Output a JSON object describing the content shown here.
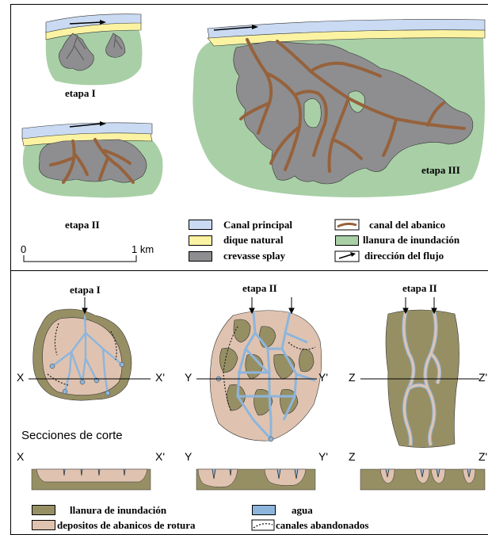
{
  "colors": {
    "canal_principal": "#c9daf2",
    "dique_natural": "#fbf3a2",
    "crevasse_splay": "#8e8e90",
    "canal_abanico": "#96623c",
    "llanura": "#a9cfa7",
    "llanura_b": "#978f64",
    "depositos": "#dfc3b0",
    "agua": "#8db5dc"
  },
  "top": {
    "stage1": "etapa I",
    "stage2": "etapa II",
    "stage3": "etapa III",
    "scale_start": "0",
    "scale_end": "1 km",
    "legend": {
      "canal_principal": "Canal principal",
      "dique_natural": "dique natural",
      "crevasse_splay": "crevasse splay",
      "canal_abanico": "canal del abanico",
      "llanura": "llanura de inundación",
      "flujo": "dirección del flujo"
    }
  },
  "bottom": {
    "stage1": "etapa I",
    "stage2a": "etapa II",
    "stage2b": "etapa II",
    "x": "X",
    "x2": "X'",
    "y": "Y",
    "y2": "Y'",
    "z": "Z",
    "z2": "Z'",
    "sections_title": "Secciones de corte",
    "legend": {
      "llanura": "llanura de inundación",
      "depositos": "depositos de abanicos de rotura",
      "agua": "agua",
      "canales": "canales abandonados"
    }
  }
}
